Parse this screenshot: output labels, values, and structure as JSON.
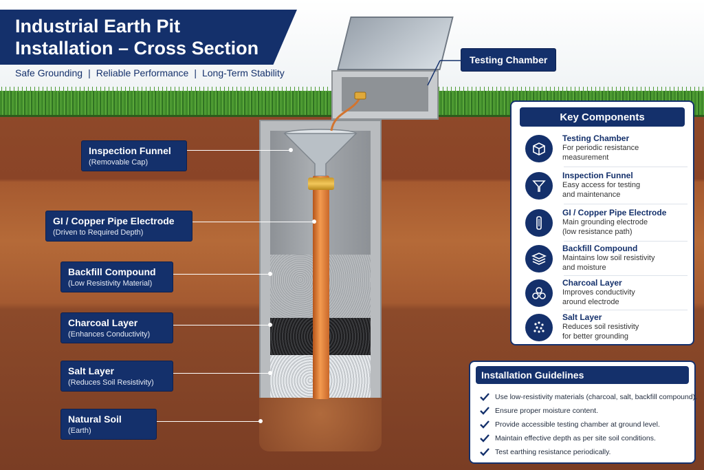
{
  "title": {
    "line1": "Industrial Earth Pit",
    "line2": "Installation – Cross Section"
  },
  "subtitle": {
    "items": [
      "Safe Grounding",
      "Reliable Performance",
      "Long-Term Stability"
    ],
    "separator": "|"
  },
  "callouts": {
    "testing_chamber": {
      "title": "Testing Chamber"
    },
    "inspection_funnel": {
      "title": "Inspection Funnel",
      "sub": "(Removable Cap)"
    },
    "pipe_electrode": {
      "title": "GI / Copper Pipe Electrode",
      "sub": "(Driven to Required Depth)"
    },
    "backfill": {
      "title": "Backfill Compound",
      "sub": "(Low Resistivity Material)"
    },
    "charcoal": {
      "title": "Charcoal Layer",
      "sub": "(Enhances Conductivity)"
    },
    "salt": {
      "title": "Salt Layer",
      "sub": "(Reduces Soil Resistivity)"
    },
    "natural_soil": {
      "title": "Natural Soil",
      "sub": "(Earth)"
    }
  },
  "key_components": {
    "heading": "Key Components",
    "items": [
      {
        "title": "Testing Chamber",
        "desc1": "For periodic resistance",
        "desc2": "measurement",
        "icon": "box-icon"
      },
      {
        "title": "Inspection Funnel",
        "desc1": "Easy access for testing",
        "desc2": "and maintenance",
        "icon": "funnel-icon"
      },
      {
        "title": "GI / Copper Pipe Electrode",
        "desc1": "Main grounding electrode",
        "desc2": "(low resistance path)",
        "icon": "electrode-icon"
      },
      {
        "title": "Backfill Compound",
        "desc1": "Maintains low soil resistivity",
        "desc2": "and moisture",
        "icon": "layers-icon"
      },
      {
        "title": "Charcoal Layer",
        "desc1": "Improves conductivity",
        "desc2": "around electrode",
        "icon": "charcoal-icon"
      },
      {
        "title": "Salt Layer",
        "desc1": "Reduces soil resistivity",
        "desc2": "for better grounding",
        "icon": "salt-icon"
      }
    ]
  },
  "guidelines": {
    "heading": "Installation Guidelines",
    "items": [
      "Use low-resistivity materials (charcoal, salt, backfill compound).",
      "Ensure proper moisture content.",
      "Provide accessible testing chamber at ground level.",
      "Maintain effective depth as per site soil conditions.",
      "Test earthing resistance periodically."
    ]
  },
  "colors": {
    "navy": "#14306b",
    "copper": "#e5853c",
    "grass": "#4d9a32",
    "soil": "#8a4427"
  }
}
